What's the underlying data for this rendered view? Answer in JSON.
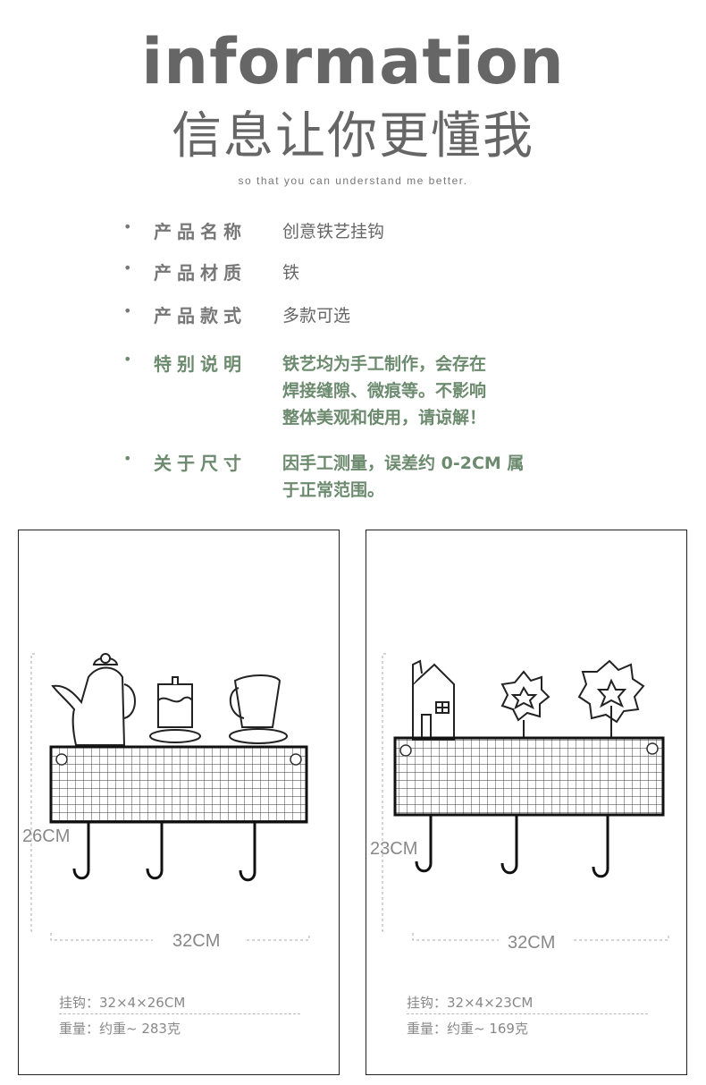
{
  "header": {
    "title_en": "information",
    "title_cn": "信息让你更懂我",
    "subtitle": "so that you can understand me better."
  },
  "specs": [
    {
      "label": "产品名称",
      "value_lines": [
        "创意铁艺挂钩"
      ]
    },
    {
      "label": "产品材质",
      "value_lines": [
        "铁"
      ]
    },
    {
      "label": "产品款式",
      "value_lines": [
        "多款可选"
      ]
    },
    {
      "label": "特别说明",
      "value_lines": [
        "铁艺均为手工制作，会存在",
        "焊接缝隙、微痕等。不影响",
        "整体美观和使用，请谅解！"
      ]
    },
    {
      "label": "关于尺寸",
      "value_lines": [
        "因手工测量，误差约 0-2CM 属",
        "于正常范围。"
      ]
    }
  ],
  "bullet": "•",
  "products": [
    {
      "height_label": "26CM",
      "width_label": "32CM",
      "size_line": "挂钩：32×4×26CM",
      "weight_line": "重量：约重~ 283克"
    },
    {
      "height_label": "23CM",
      "width_label": "32CM",
      "size_line": "挂钩：32×4×23CM",
      "weight_line": "重量：约重~ 169克"
    }
  ],
  "colors": {
    "text_gray": "#666666",
    "accent_green": "#6b8a6e",
    "frame": "#222222"
  }
}
